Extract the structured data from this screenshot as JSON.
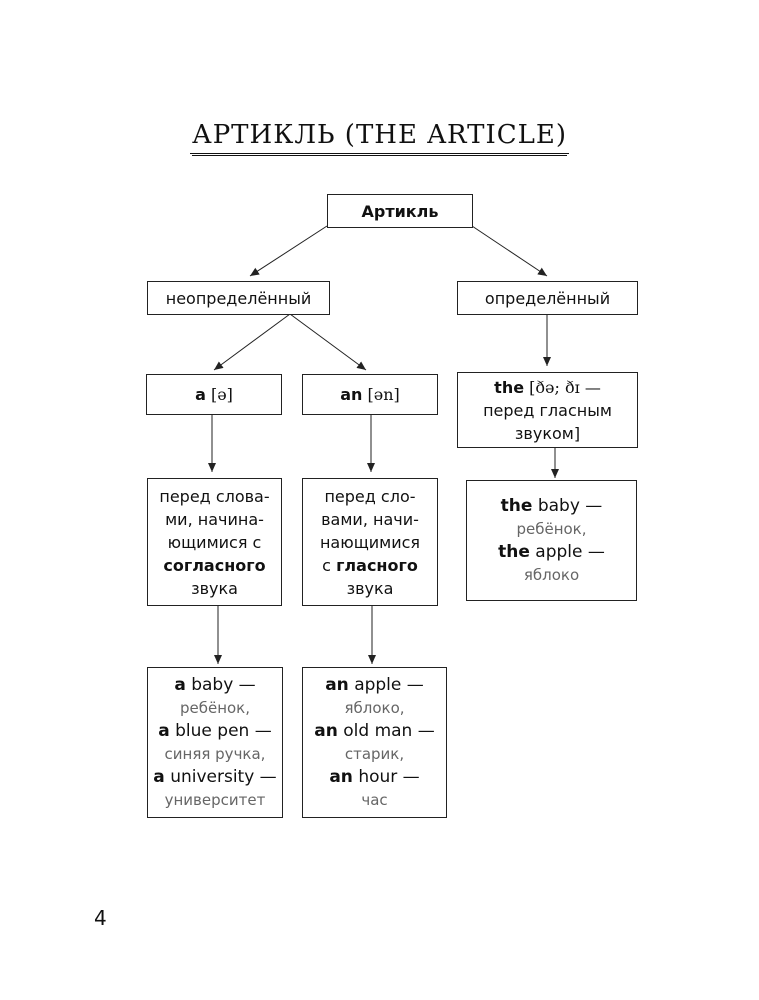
{
  "title": "АРТИКЛЬ (THE ARTICLE)",
  "root": "Артикль",
  "indefinite": {
    "label": "неопределённый",
    "a": {
      "article": "a",
      "ipa": "[ə]",
      "rule": {
        "line1": "перед слова-",
        "line2": "ми, начина-",
        "line3": "ющимися с",
        "line4": "согласного",
        "line5": "звука"
      },
      "examples": [
        {
          "article": "a",
          "word": "baby —",
          "translation": "ребёнок,"
        },
        {
          "article": "a",
          "word": "blue pen —",
          "translation": "синяя ручка,"
        },
        {
          "article": "a",
          "word": "university —",
          "translation": "университет"
        }
      ]
    },
    "an": {
      "article": "an",
      "ipa": "[ən]",
      "rule": {
        "line1": "перед сло-",
        "line2": "вами, начи-",
        "line3": "нающимися",
        "line4_prefix": "с",
        "line4_bold": "гласного",
        "line5": "звука"
      },
      "examples": [
        {
          "article": "an",
          "word": "apple —",
          "translation": "яблоко,"
        },
        {
          "article": "an",
          "word": "old man —",
          "translation": "старик,"
        },
        {
          "article": "an",
          "word": "hour —",
          "translation": "час"
        }
      ]
    }
  },
  "definite": {
    "label": "определённый",
    "the": {
      "article": "the",
      "ipa": "[ðə; ðɪ —",
      "line2": "перед гласным",
      "line3": "звуком]"
    },
    "examples": [
      {
        "article": "the",
        "word": "baby —",
        "translation": "ребёнок,"
      },
      {
        "article": "the",
        "word": "apple —",
        "translation": "яблоко"
      }
    ]
  },
  "page_number": "4"
}
